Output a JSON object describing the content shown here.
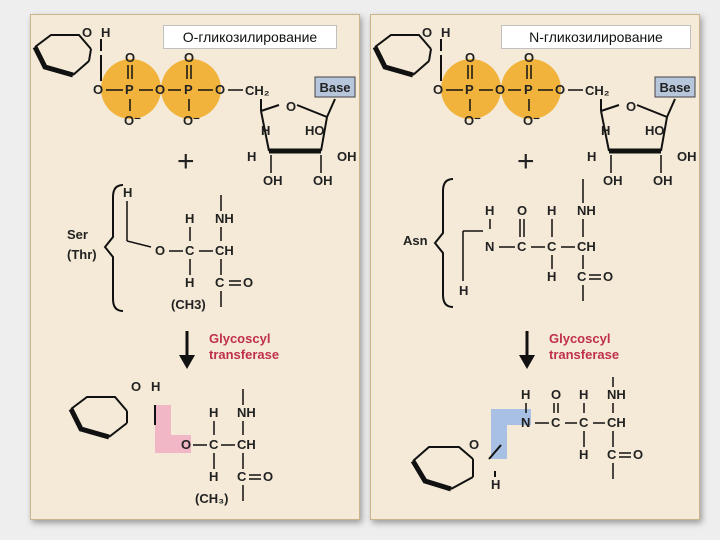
{
  "o_panel": {
    "title": "O-гликозилирование",
    "aa_label_line1": "Ser",
    "aa_label_line2": "(Thr)",
    "base_label": "Base",
    "plus": "+",
    "enzyme_line1": "Glycoscyl",
    "enzyme_line2": "transferase",
    "side_chain": "(CH3)"
  },
  "n_panel": {
    "title": "N-гликозилирование",
    "aa_label": "Asn",
    "base_label": "Base",
    "plus": "+",
    "enzyme_line1": "Glycoscyl",
    "enzyme_line2": "transferase"
  },
  "colors": {
    "panel_bg": "#f4ead7",
    "phosphate_orange": "#f2b33d",
    "base_box": "#b8c6dc",
    "o_link_highlight": "#f1b7c6",
    "n_link_highlight": "#a8c0e4",
    "enzyme_text": "#c0304a"
  }
}
